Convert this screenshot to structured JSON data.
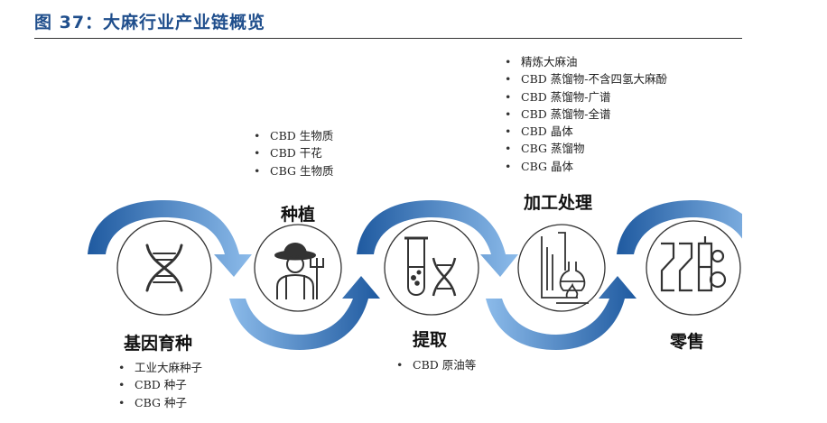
{
  "figure": {
    "title": "图 37：大麻行业产业链概览"
  },
  "stages": [
    {
      "name": "基因育种",
      "icon": "dna-icon",
      "items": [
        "工业大麻种子",
        "CBD 种子",
        "CBG 种子"
      ]
    },
    {
      "name": "种植",
      "icon": "farmer-icon",
      "items": [
        "CBD 生物质",
        "CBD 干花",
        "CBG 生物质"
      ]
    },
    {
      "name": "提取",
      "icon": "test-tube-dna-icon",
      "items": [
        "CBD 原油等"
      ]
    },
    {
      "name": "加工处理",
      "icon": "lab-equipment-icon",
      "items": [
        "精炼大麻油",
        "CBD 蒸馏物-不含四氢大麻酚",
        "CBD 蒸馏物-广谱",
        "CBD 蒸馏物-全谱",
        "CBD 晶体",
        "CBG 蒸馏物",
        "CBG 晶体"
      ]
    },
    {
      "name": "零售",
      "icon": "product-bottles-icon",
      "items": []
    }
  ],
  "colors": {
    "arrow_dark": "#1f5aa0",
    "arrow_light": "#7fb2e5",
    "title": "#1f4e8c",
    "icon_stroke": "#333333"
  }
}
